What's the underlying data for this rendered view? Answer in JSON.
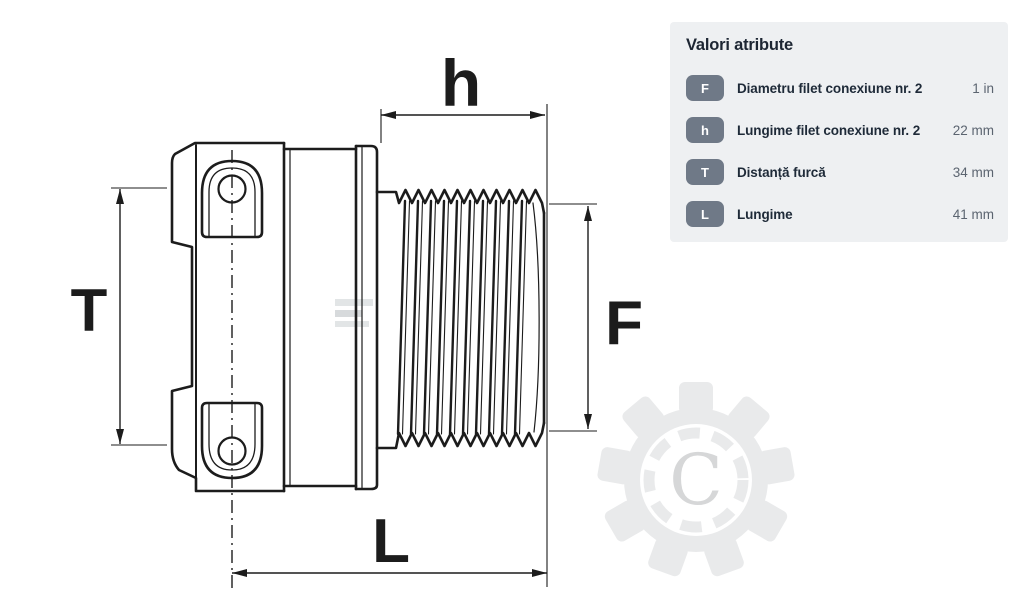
{
  "drawing": {
    "dim_labels": {
      "T": "T",
      "h": "h",
      "F": "F",
      "L": "L"
    }
  },
  "attributes_panel": {
    "title": "Valori atribute",
    "rows": [
      {
        "badge": "F",
        "label": "Diametru filet conexiune nr. 2",
        "value": "1 in"
      },
      {
        "badge": "h",
        "label": "Lungime filet conexiune nr. 2",
        "value": "22 mm"
      },
      {
        "badge": "T",
        "label": "Distanță furcă",
        "value": "34 mm"
      },
      {
        "badge": "L",
        "label": "Lungime",
        "value": "41 mm"
      }
    ]
  },
  "watermark": {
    "gear_letter": "C"
  },
  "colors": {
    "panel_bg": "#eef0f2",
    "badge_bg": "#6f7987",
    "heading_text": "#1d2633",
    "label_text": "#1e2a38",
    "value_text": "#5b6470",
    "drawing_line": "#1c1c1c",
    "watermark_gray": "#e9eaeb"
  }
}
